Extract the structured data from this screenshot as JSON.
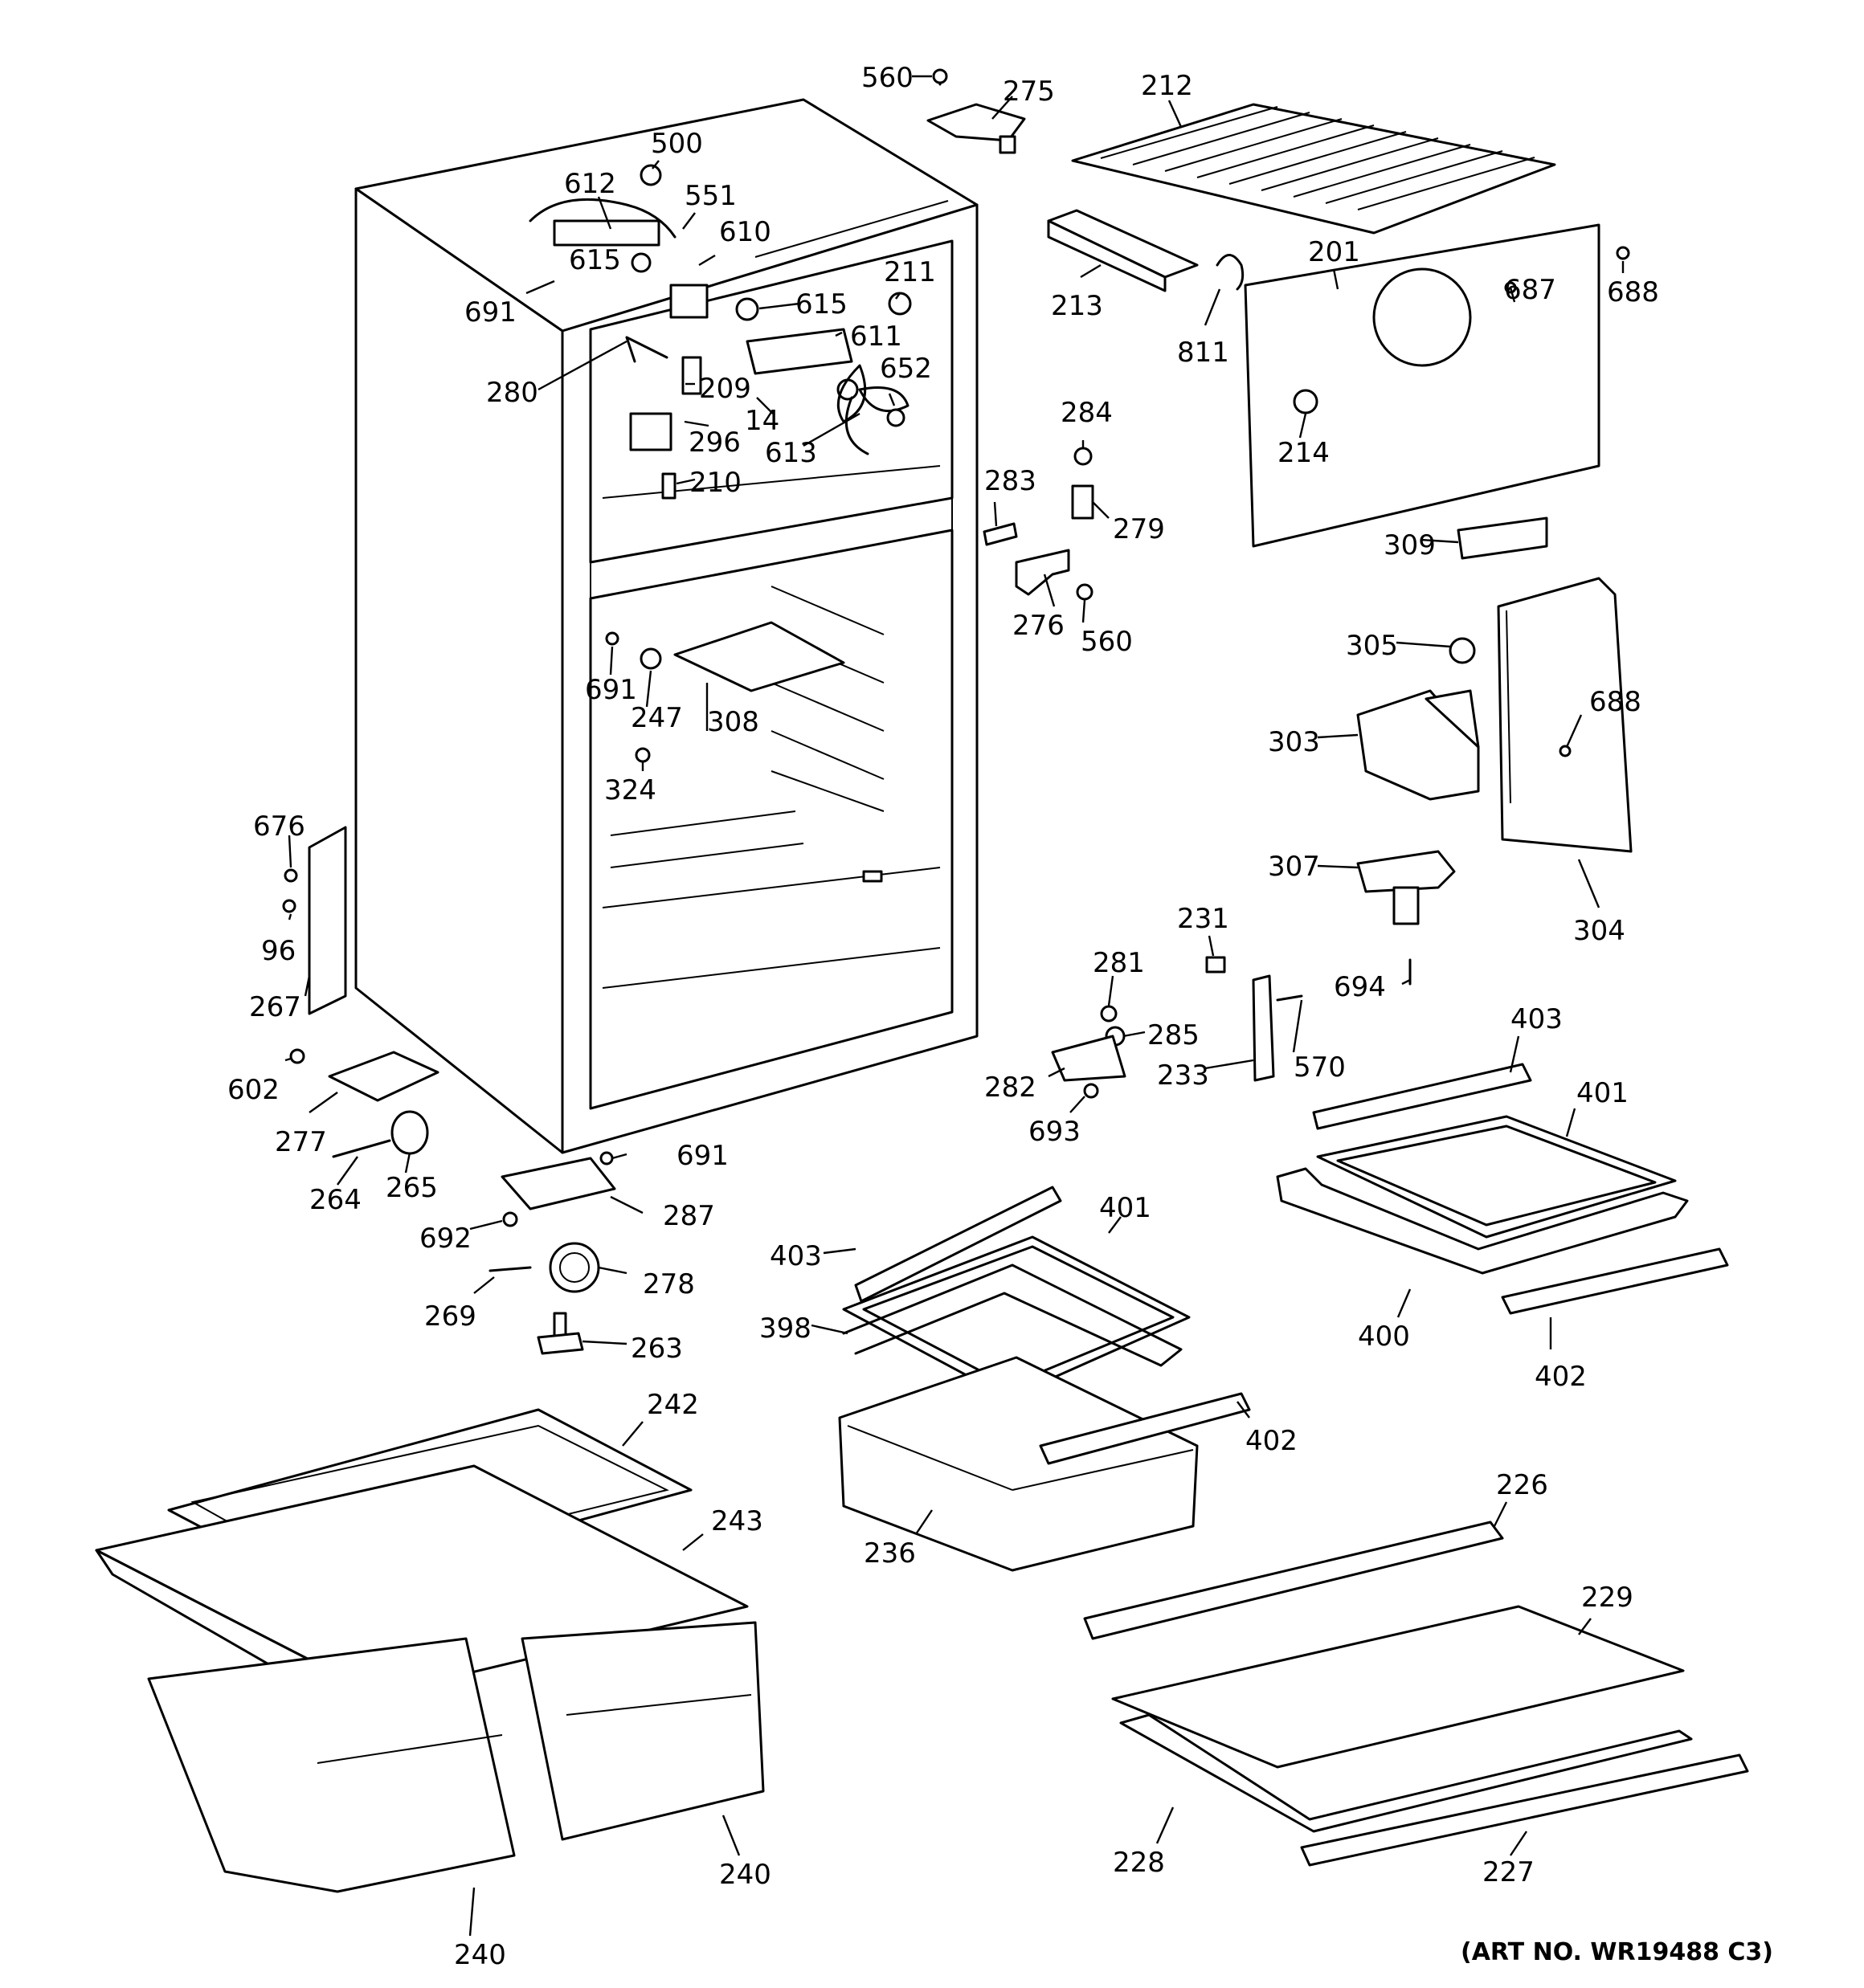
{
  "art_number": "(ART NO. WR19488 C3)",
  "callouts": [
    {
      "id": "c560a",
      "text": "560"
    },
    {
      "id": "c275",
      "text": "275"
    },
    {
      "id": "c212",
      "text": "212"
    },
    {
      "id": "c500",
      "text": "500"
    },
    {
      "id": "c612",
      "text": "612"
    },
    {
      "id": "c551",
      "text": "551"
    },
    {
      "id": "c610",
      "text": "610"
    },
    {
      "id": "c615a",
      "text": "615"
    },
    {
      "id": "c691a",
      "text": "691"
    },
    {
      "id": "c211",
      "text": "211"
    },
    {
      "id": "c615b",
      "text": "615"
    },
    {
      "id": "c611",
      "text": "611"
    },
    {
      "id": "c280",
      "text": "280"
    },
    {
      "id": "c209",
      "text": "209"
    },
    {
      "id": "c652",
      "text": "652"
    },
    {
      "id": "c14",
      "text": "14"
    },
    {
      "id": "c296",
      "text": "296"
    },
    {
      "id": "c613",
      "text": "613"
    },
    {
      "id": "c210",
      "text": "210"
    },
    {
      "id": "c213",
      "text": "213"
    },
    {
      "id": "c201",
      "text": "201"
    },
    {
      "id": "c687",
      "text": "687"
    },
    {
      "id": "c688a",
      "text": "688"
    },
    {
      "id": "c811",
      "text": "811"
    },
    {
      "id": "c214",
      "text": "214"
    },
    {
      "id": "c284",
      "text": "284"
    },
    {
      "id": "c283",
      "text": "283"
    },
    {
      "id": "c279",
      "text": "279"
    },
    {
      "id": "c276",
      "text": "276"
    },
    {
      "id": "c560b",
      "text": "560"
    },
    {
      "id": "c309",
      "text": "309"
    },
    {
      "id": "c305",
      "text": "305"
    },
    {
      "id": "c688b",
      "text": "688"
    },
    {
      "id": "c303",
      "text": "303"
    },
    {
      "id": "c307",
      "text": "307"
    },
    {
      "id": "c304",
      "text": "304"
    },
    {
      "id": "c691b",
      "text": "691"
    },
    {
      "id": "c247",
      "text": "247"
    },
    {
      "id": "c308",
      "text": "308"
    },
    {
      "id": "c324",
      "text": "324"
    },
    {
      "id": "c676",
      "text": "676"
    },
    {
      "id": "c96",
      "text": "96"
    },
    {
      "id": "c267",
      "text": "267"
    },
    {
      "id": "c231",
      "text": "231"
    },
    {
      "id": "c281",
      "text": "281"
    },
    {
      "id": "c285",
      "text": "285"
    },
    {
      "id": "c694",
      "text": "694"
    },
    {
      "id": "c570",
      "text": "570"
    },
    {
      "id": "c233",
      "text": "233"
    },
    {
      "id": "c282",
      "text": "282"
    },
    {
      "id": "c693",
      "text": "693"
    },
    {
      "id": "c403a",
      "text": "403"
    },
    {
      "id": "c401a",
      "text": "401"
    },
    {
      "id": "c602",
      "text": "602"
    },
    {
      "id": "c277",
      "text": "277"
    },
    {
      "id": "c691c",
      "text": "691"
    },
    {
      "id": "c264",
      "text": "264"
    },
    {
      "id": "c265",
      "text": "265"
    },
    {
      "id": "c287",
      "text": "287"
    },
    {
      "id": "c692",
      "text": "692"
    },
    {
      "id": "c278",
      "text": "278"
    },
    {
      "id": "c269",
      "text": "269"
    },
    {
      "id": "c263",
      "text": "263"
    },
    {
      "id": "c403b",
      "text": "403"
    },
    {
      "id": "c401b",
      "text": "401"
    },
    {
      "id": "c398",
      "text": "398"
    },
    {
      "id": "c400",
      "text": "400"
    },
    {
      "id": "c402a",
      "text": "402"
    },
    {
      "id": "c402b",
      "text": "402"
    },
    {
      "id": "c242",
      "text": "242"
    },
    {
      "id": "c243",
      "text": "243"
    },
    {
      "id": "c236",
      "text": "236"
    },
    {
      "id": "c226",
      "text": "226"
    },
    {
      "id": "c229",
      "text": "229"
    },
    {
      "id": "c228",
      "text": "228"
    },
    {
      "id": "c227",
      "text": "227"
    },
    {
      "id": "c240a",
      "text": "240"
    },
    {
      "id": "c240b",
      "text": "240"
    }
  ]
}
